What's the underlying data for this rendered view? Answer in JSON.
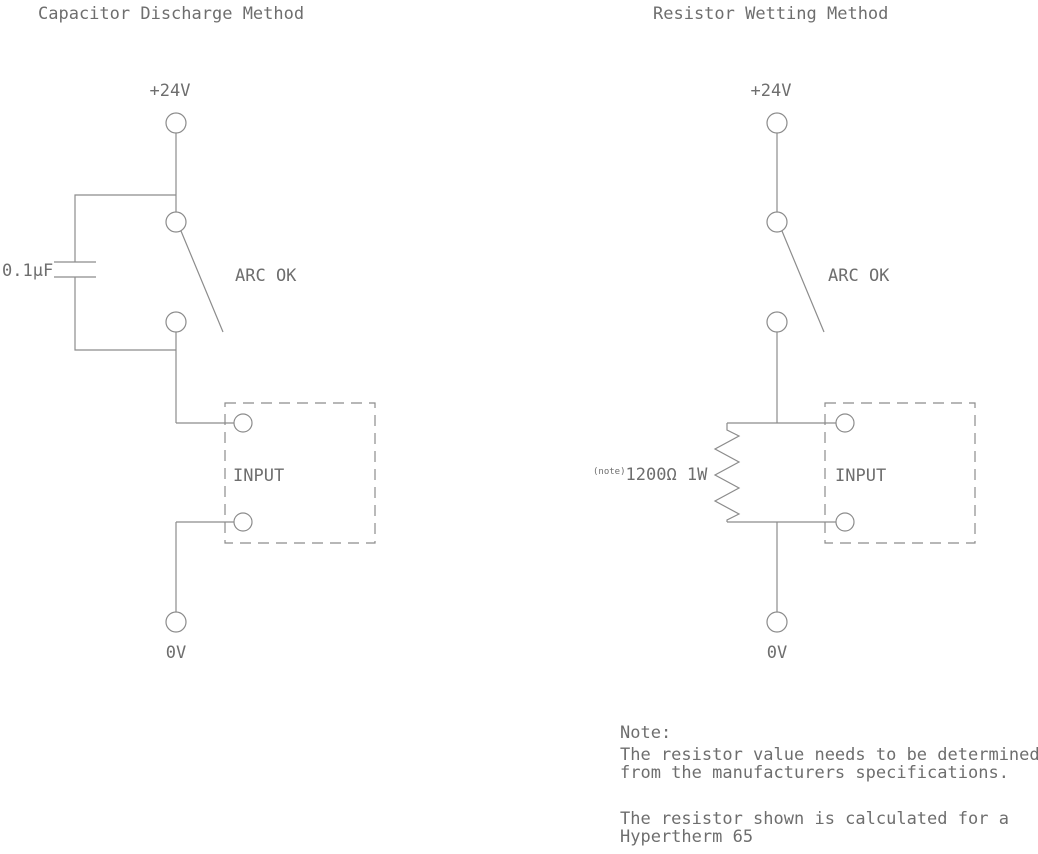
{
  "left": {
    "title": "Capacitor Discharge Method",
    "supply_label": "+24V",
    "switch_label": "ARC OK",
    "capacitor_label": "0.1μF",
    "input_label": "INPUT",
    "ground_label": "0V"
  },
  "right": {
    "title": "Resistor Wetting Method",
    "supply_label": "+24V",
    "switch_label": "ARC OK",
    "resistor_note_ref": "(note)",
    "resistor_label": "1200Ω 1W",
    "input_label": "INPUT",
    "ground_label": "0V"
  },
  "note": {
    "heading": "Note:",
    "line1": "The resistor value needs to be determined",
    "line2": "from the manufacturers specifications.",
    "line3": "The resistor shown is calculated for a",
    "line4": "Hypertherm 65"
  },
  "colors": {
    "line": "#8c8c8c",
    "text": "#6e6e6e",
    "background": "#ffffff"
  }
}
